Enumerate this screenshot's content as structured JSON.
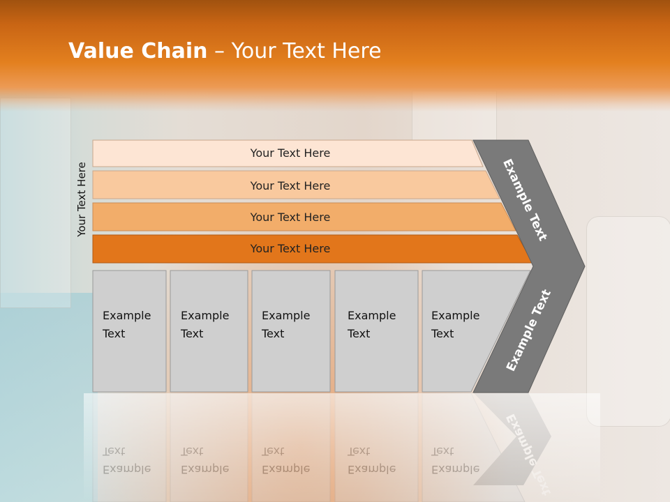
{
  "slide": {
    "title_bold": "Value Chain",
    "title_rest": " – Your Text Here",
    "side_label": "Your Text Here"
  },
  "bars": [
    {
      "label": "Your Text Here",
      "color": "#fde5d4"
    },
    {
      "label": "Your Text Here",
      "color": "#f9c99e"
    },
    {
      "label": "Your Text Here",
      "color": "#f2ad6a"
    },
    {
      "label": "Your Text Here",
      "color": "#e2761b"
    }
  ],
  "boxes": [
    {
      "line1": "Example",
      "line2": "Text"
    },
    {
      "line1": "Example",
      "line2": "Text"
    },
    {
      "line1": "Example",
      "line2": "Text"
    },
    {
      "line1": "Example",
      "line2": "Text"
    },
    {
      "line1": "Example",
      "line2": "Text"
    }
  ],
  "chevron": {
    "top_label": "Example Text",
    "bottom_label": "Example Text",
    "color": "#7a7a7a"
  },
  "colors": {
    "header_orange": "#e3801f",
    "box_gray": "#cfcfcf"
  }
}
